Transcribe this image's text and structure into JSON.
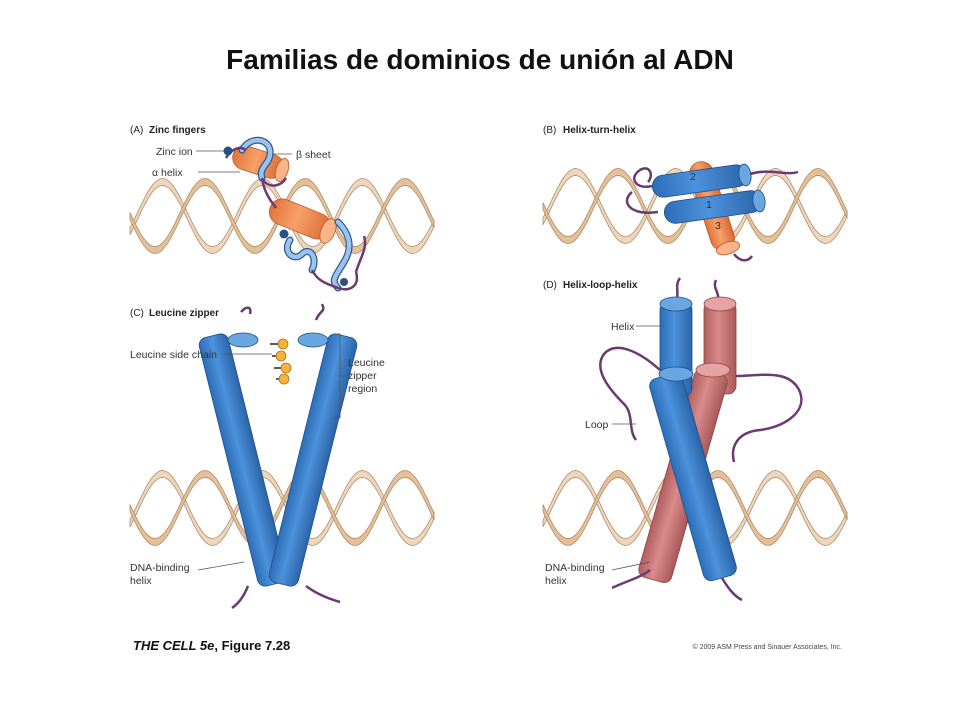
{
  "title": "Familias de dominios de unión al ADN",
  "panels": {
    "a": {
      "letter": "(A)",
      "name": "Zinc fingers",
      "labels": {
        "zinc_ion": "Zinc ion",
        "beta_sheet": "β sheet",
        "alpha_helix": "α helix"
      }
    },
    "b": {
      "letter": "(B)",
      "name": "Helix-turn-helix",
      "labels": {
        "h1": "1",
        "h2": "2",
        "h3": "3"
      }
    },
    "c": {
      "letter": "(C)",
      "name": "Leucine zipper",
      "labels": {
        "side_chain": "Leucine side chain",
        "region_1": "Leucine",
        "region_2": "zipper",
        "region_3": "region",
        "dna_binding_1": "DNA-binding",
        "dna_binding_2": "helix"
      }
    },
    "d": {
      "letter": "(D)",
      "name": "Helix-loop-helix",
      "labels": {
        "helix": "Helix",
        "loop": "Loop",
        "dna_binding_1": "DNA-binding",
        "dna_binding_2": "helix"
      }
    }
  },
  "credit": {
    "book": "THE CELL 5e",
    "figure": ", Figure 7.28"
  },
  "copyright": "© 2009 ASM Press and Sinauer Associates, Inc.",
  "colors": {
    "dna": "#e4bf98",
    "dna_edge": "#a8825e",
    "blue": "#3a7fca",
    "orange": "#f08a4f",
    "pink": "#c97474",
    "loop": "#6b3a72",
    "light_blue": "#9cc4e8"
  }
}
